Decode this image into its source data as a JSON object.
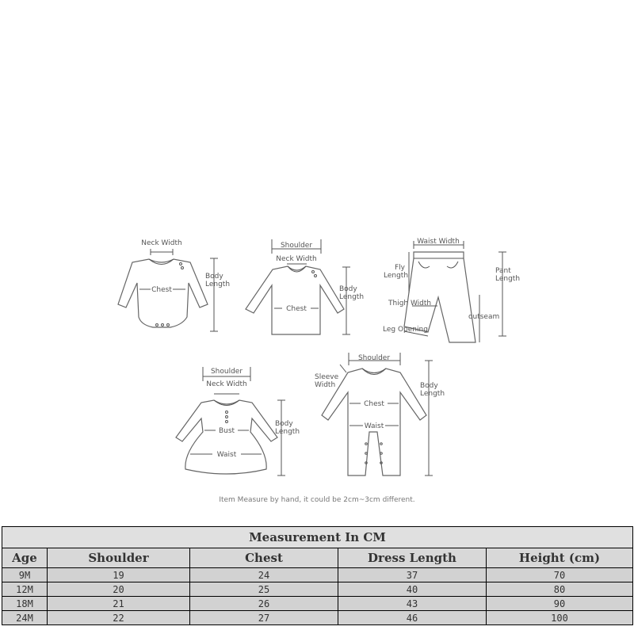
{
  "diagrams": {
    "bodysuit": {
      "neck_width": "Neck Width",
      "chest": "Chest",
      "body_length_1": "Body",
      "body_length_2": "Length"
    },
    "longsleeve_top": {
      "shoulder": "Shoulder",
      "neck_width": "Neck Width",
      "chest": "Chest",
      "body_length_1": "Body",
      "body_length_2": "Length"
    },
    "pants": {
      "waist_width": "Waist Width",
      "fly_length_1": "Fly",
      "fly_length_2": "Length",
      "pant_length_1": "Pant",
      "pant_length_2": "Length",
      "thigh_width": "Thigh Width",
      "outseam": "outseam",
      "leg_opening": "Leg Opening"
    },
    "dress": {
      "shoulder": "Shoulder",
      "neck_width": "Neck Width",
      "bust": "Bust",
      "waist": "Waist",
      "body_length_1": "Body",
      "body_length_2": "Length"
    },
    "romper": {
      "shoulder": "Shoulder",
      "sleeve_width_1": "Sleeve",
      "sleeve_width_2": "Width",
      "body_length_1": "Body",
      "body_length_2": "Length",
      "chest": "Chest",
      "waist": "Waist"
    }
  },
  "note": "Item Measure by hand, it could be 2cm~3cm different.",
  "table": {
    "title": "Measurement In CM",
    "headers": [
      "Age",
      "Shoulder",
      "Chest",
      "Dress Length",
      "Height (cm)"
    ],
    "rows": [
      [
        "9M",
        "19",
        "24",
        "37",
        "70"
      ],
      [
        "12M",
        "20",
        "25",
        "40",
        "80"
      ],
      [
        "18M",
        "21",
        "26",
        "43",
        "90"
      ],
      [
        "24M",
        "22",
        "27",
        "46",
        "100"
      ]
    ]
  }
}
